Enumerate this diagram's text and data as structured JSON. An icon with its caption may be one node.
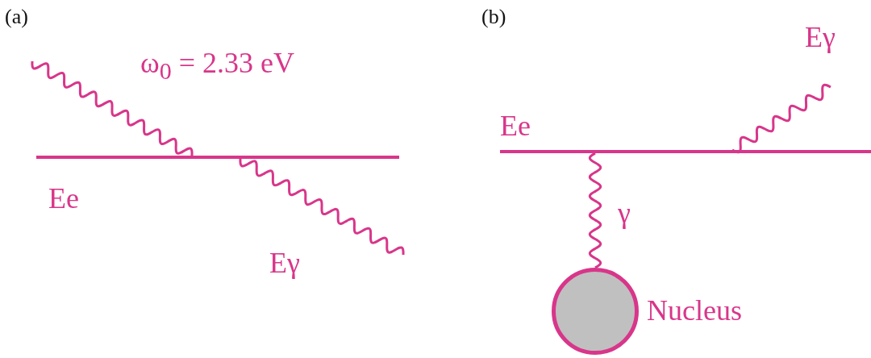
{
  "diagram": {
    "nodes": [
      {
        "text": [],
        "shape": "bar",
        "beside": [
          "Ee"
        ]
      },
      {
        "text": [],
        "shape": "bar",
        "beside": [
          "Ee"
        ]
      },
      {
        "text": [],
        "shape": "circle",
        "beside": [
          "Nucleus"
        ]
      }
    ],
    "edges": [
      {
        "from": null,
        "to": 0,
        "arrow": "none"
      },
      {
        "from": 0,
        "to": null,
        "arrow": "none"
      },
      {
        "from": 1,
        "to": null,
        "arrow": "none"
      },
      {
        "from": 1,
        "to": 2,
        "arrow": "none",
        "label": "γ"
      }
    ],
    "labels": [
      "(a)",
      "ω$_{0}$ = 2.33 eV",
      "Eγ",
      "(b)",
      "Eγ"
    ]
  }
}
